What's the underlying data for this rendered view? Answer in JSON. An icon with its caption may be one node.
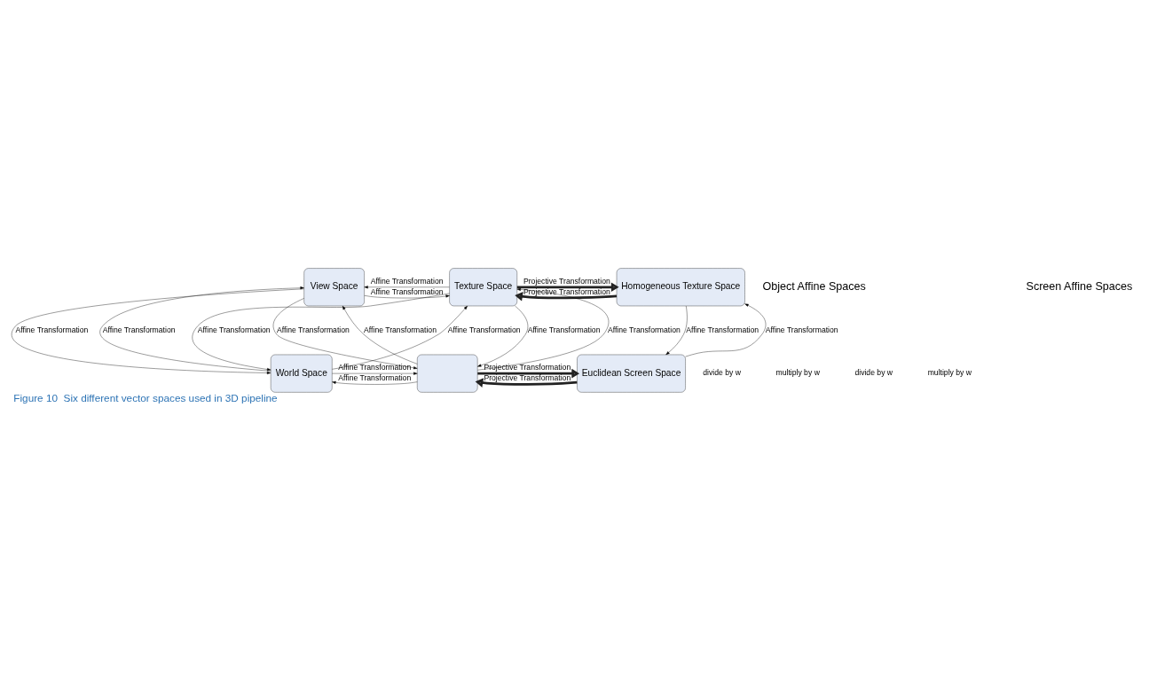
{
  "diagram": {
    "caption": "Figure 10  Six different vector spaces used in 3D pipeline",
    "nodes": [
      {
        "text": [
          "View Space"
        ]
      },
      {
        "text": [
          "Texture Space"
        ]
      },
      {
        "text": [
          "Homogeneous Texture Space"
        ]
      },
      {
        "text": [
          "World Space"
        ]
      },
      {
        "text": [],
        "shape": "box"
      },
      {
        "text": [
          "Euclidean Screen Space"
        ]
      }
    ],
    "edges": [
      {
        "from": 1,
        "to": 0,
        "arrow": "to",
        "label": "Affine Transformation"
      },
      {
        "from": 0,
        "to": 1,
        "arrow": "to",
        "label": "Affine Transformation"
      },
      {
        "from": 1,
        "to": 2,
        "arrow": "to",
        "label": "Projective Transformation",
        "style": "thick"
      },
      {
        "from": 2,
        "to": 1,
        "arrow": "to",
        "label": "Projective Transformation",
        "style": "thick"
      },
      {
        "from": 0,
        "to": 3,
        "arrow": "to",
        "label": "Affine Transformation"
      },
      {
        "from": 3,
        "to": 0,
        "arrow": "to",
        "label": "Affine Transformation"
      },
      {
        "from": 0,
        "to": 4,
        "arrow": "to",
        "label": "Affine Transformation"
      },
      {
        "from": 4,
        "to": 0,
        "arrow": "to",
        "label": "Affine Transformation"
      },
      {
        "from": 3,
        "to": 1,
        "arrow": "to",
        "label": "Affine Transformation"
      },
      {
        "from": 1,
        "to": 3,
        "arrow": "to",
        "label": "Affine Transformation"
      },
      {
        "from": 1,
        "to": 4,
        "arrow": "to",
        "label": "Affine Transformation"
      },
      {
        "from": 4,
        "to": 1,
        "arrow": "to",
        "label": "Affine Transformation"
      },
      {
        "from": 2,
        "to": 5,
        "arrow": "to",
        "label": "Affine Transformation"
      },
      {
        "from": 5,
        "to": 2,
        "arrow": "to",
        "label": "Affine Transformation"
      },
      {
        "from": 3,
        "to": 4,
        "arrow": "to",
        "label": "Affine Transformation"
      },
      {
        "from": 4,
        "to": 3,
        "arrow": "to",
        "label": "Affine Transformation"
      },
      {
        "from": 4,
        "to": 5,
        "arrow": "to",
        "label": "Projective Transformation",
        "style": "thick"
      },
      {
        "from": 5,
        "to": 4,
        "arrow": "to",
        "label": "Projective Transformation",
        "style": "thick"
      }
    ],
    "labels": [
      "Object Affine Spaces",
      "Screen Affine Spaces",
      "divide by w",
      "multiply by w",
      "divide by w",
      "multiply by w"
    ]
  }
}
